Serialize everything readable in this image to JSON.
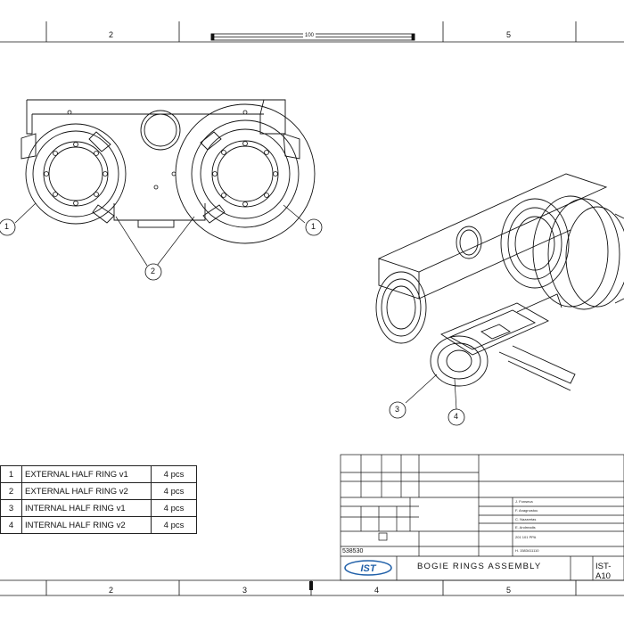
{
  "zones_top": [
    "2",
    "5"
  ],
  "zones_bottom": [
    "2",
    "3",
    "4",
    "5"
  ],
  "scale_label": "100",
  "balloons": [
    "1",
    "1",
    "2",
    "3",
    "4"
  ],
  "bom": [
    {
      "item": "1",
      "desc": "EXTERNAL HALF RING v1",
      "qty": "4 pcs"
    },
    {
      "item": "2",
      "desc": "EXTERNAL HALF RING v2",
      "qty": "4 pcs"
    },
    {
      "item": "3",
      "desc": "INTERNAL HALF RING v1",
      "qty": "4 pcs"
    },
    {
      "item": "4",
      "desc": "INTERNAL HALF RING v2",
      "qty": "4 pcs"
    }
  ],
  "title_block": {
    "title": "BOGIE RINGS ASSEMBLY",
    "drawing_no": "IST-A10",
    "logo": "IST",
    "names": [
      "J. Fonseca",
      "F. Anagnostou",
      "C. Nazaretas",
      "E. Andreadis"
    ],
    "material": "201 101 PPA",
    "doc_no": "H. 1583411110",
    "sheet_code": "538530"
  },
  "colors": {
    "line": "#111111",
    "logo_blue": "#1f5fa8"
  }
}
